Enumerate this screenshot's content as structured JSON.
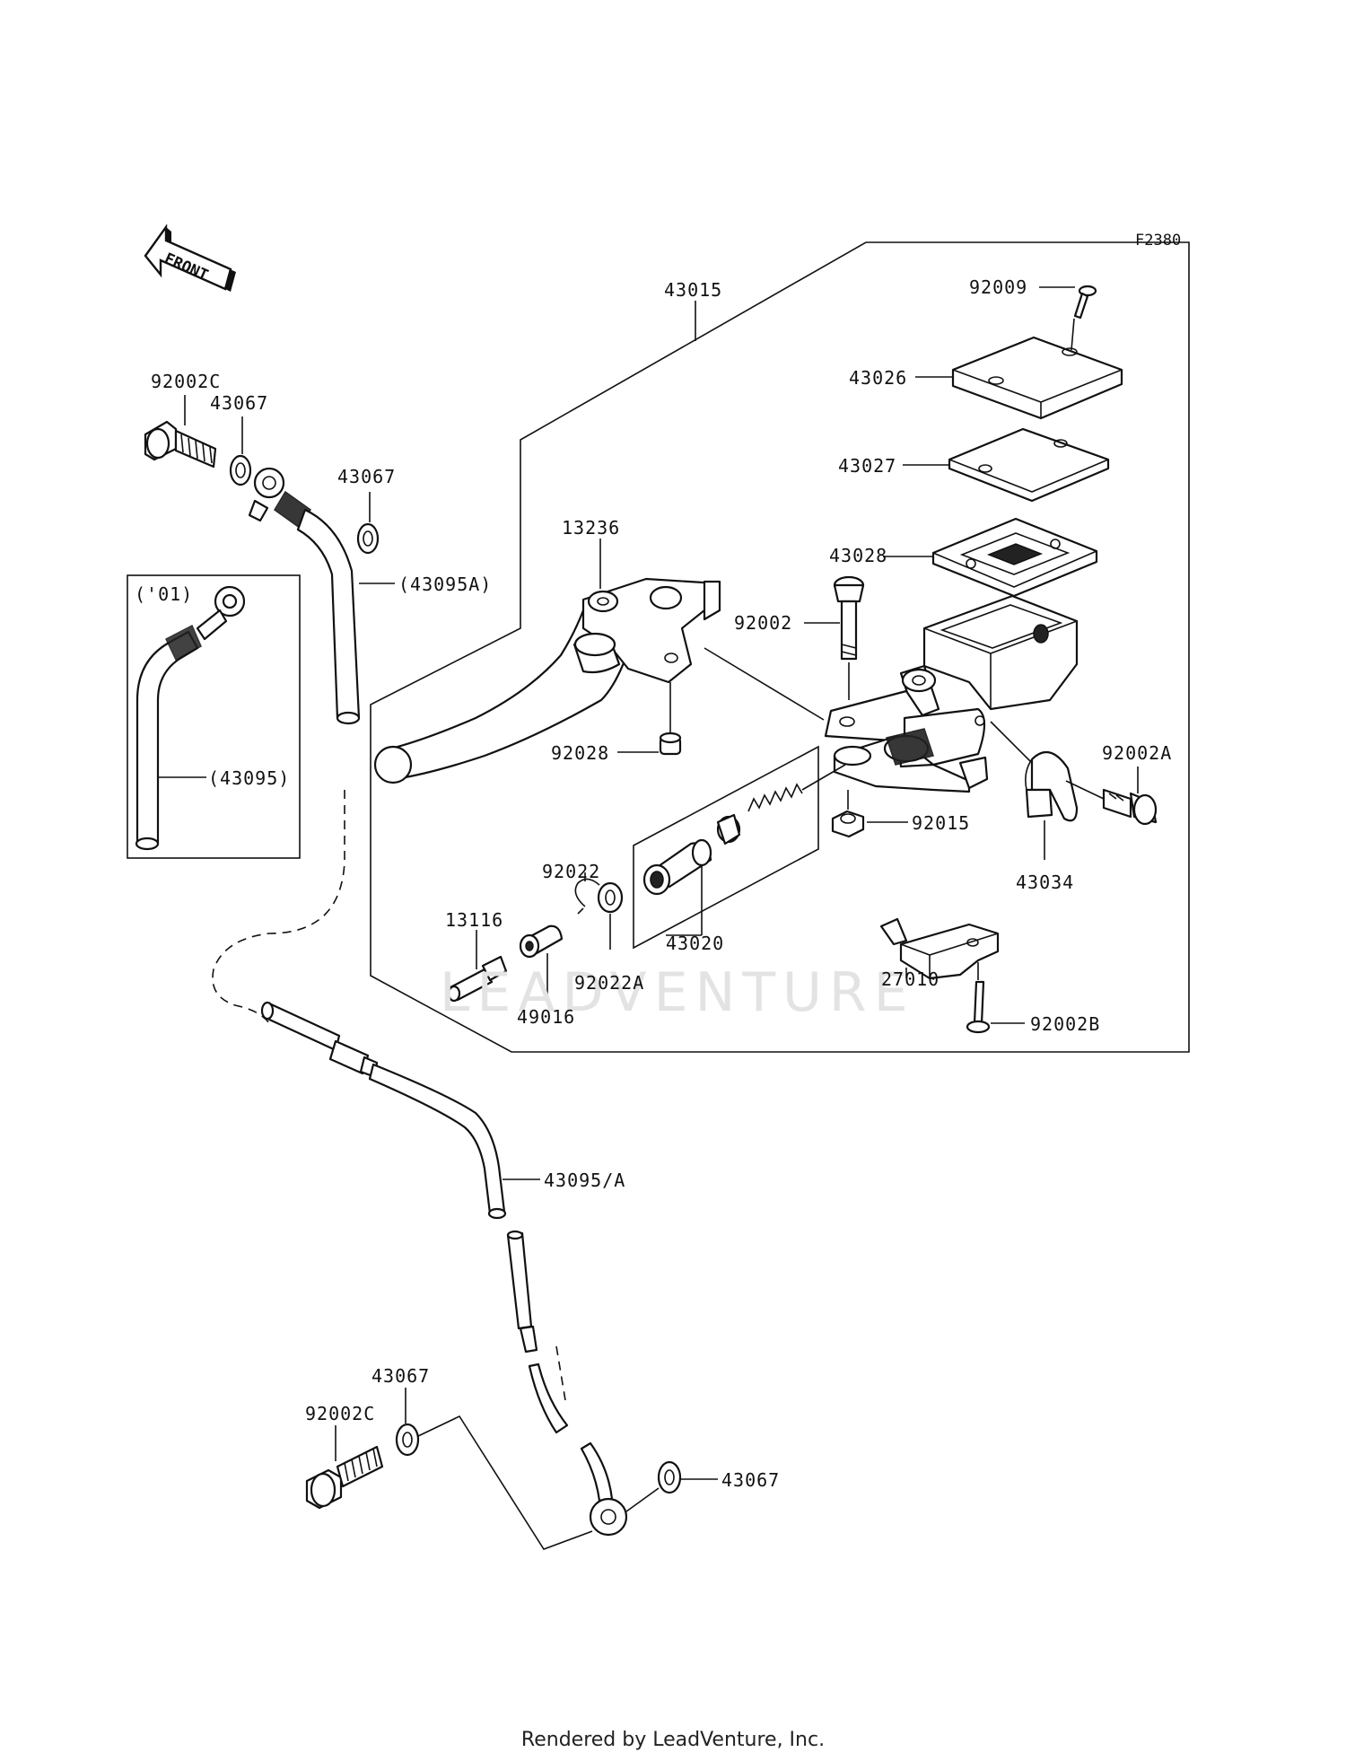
{
  "figure_code": "F2380",
  "front_label": "FRONT",
  "footer_text": "Rendered by LeadVenture, Inc.",
  "watermark": "LEADVENTURE",
  "inset_label": "('01)",
  "callouts": {
    "c43015": "43015",
    "c92009": "92009",
    "c43026": "43026",
    "c43027": "43027",
    "c43028": "43028",
    "c13236": "13236",
    "c92002": "92002",
    "c92028": "92028",
    "c92002A": "92002A",
    "c92015": "92015",
    "c43034": "43034",
    "c92022": "92022",
    "c13116": "13116",
    "c43020": "43020",
    "c92022A": "92022A",
    "c49016": "49016",
    "c27010": "27010",
    "c92002B": "92002B",
    "c92002C_top": "92002C",
    "c43067_a": "43067",
    "c43067_b": "43067",
    "c43095A": "(43095A)",
    "c43095": "(43095)",
    "c43095slashA": "43095/A",
    "c92002C_bot": "92002C",
    "c43067_c": "43067",
    "c43067_d": "43067"
  }
}
